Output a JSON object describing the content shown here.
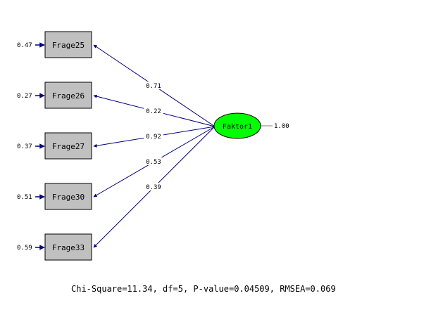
{
  "diagram": {
    "factor": {
      "label": "Faktor1",
      "variance": "1.00",
      "fill": "#00ff00"
    },
    "indicators": [
      {
        "label": "Frage25",
        "error": "0.47",
        "loading": "0.71"
      },
      {
        "label": "Frage26",
        "error": "0.27",
        "loading": "0.22"
      },
      {
        "label": "Frage27",
        "error": "0.37",
        "loading": "0.92"
      },
      {
        "label": "Frage30",
        "error": "0.51",
        "loading": "0.53"
      },
      {
        "label": "Frage33",
        "error": "0.59",
        "loading": "0.39"
      }
    ],
    "colors": {
      "box_fill": "#c0c0c0",
      "arrow": "#000080",
      "line": "#000000"
    }
  },
  "fit_statistics": "Chi-Square=11.34, df=5, P-value=0.04509, RMSEA=0.069"
}
